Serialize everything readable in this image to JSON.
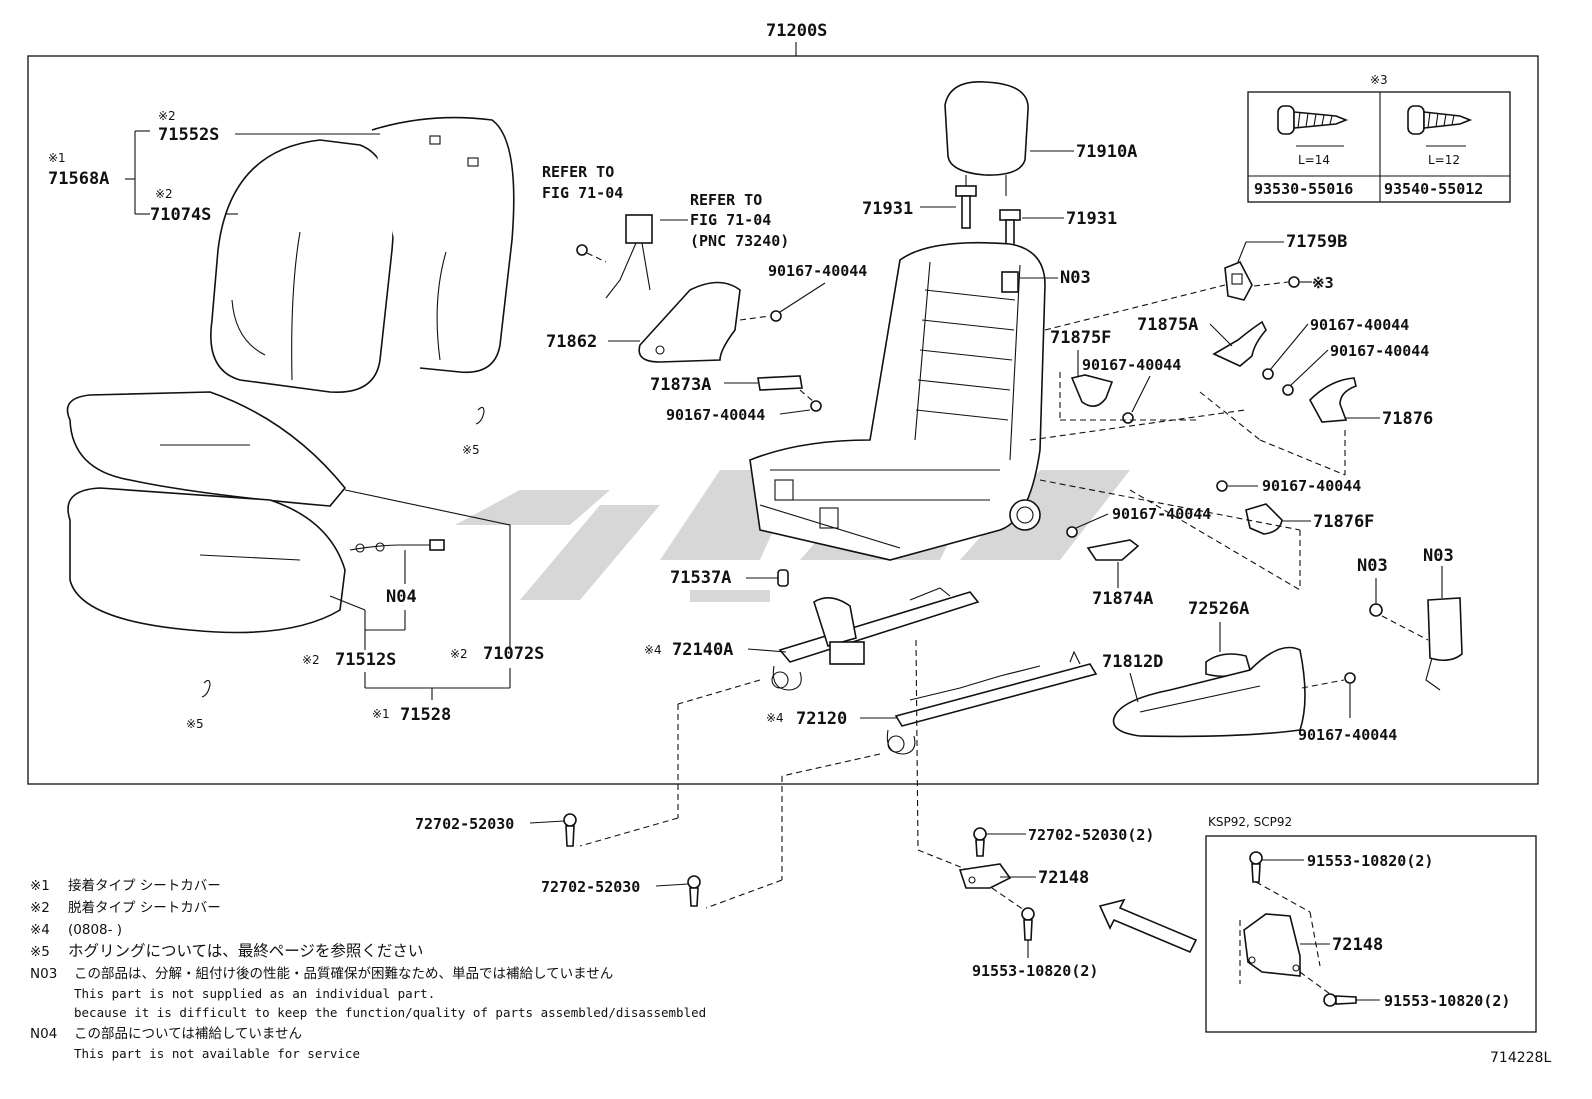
{
  "assembly": "71200S",
  "diagram_id": "714228L",
  "labels": {
    "l71568A": "71568A",
    "l71552S": "71552S",
    "l71074S": "71074S",
    "l71512S": "71512S",
    "l71072S": "71072S",
    "l71528": "71528",
    "lN04": "N04",
    "refer1a": "REFER TO",
    "refer1b": "FIG 71-04",
    "refer2a": "REFER TO",
    "refer2b": "FIG 71-04",
    "refer2c": "(PNC 73240)",
    "l71862": "71862",
    "l90167a": "90167-40044",
    "l71873A": "71873A",
    "l90167b": "90167-40044",
    "l71910A": "71910A",
    "l71931a": "71931",
    "l71931b": "71931",
    "lN03a": "N03",
    "l71759B": "71759B",
    "l71875F": "71875F",
    "l71875A": "71875A",
    "l90167c": "90167-40044",
    "l90167d": "90167-40044",
    "l90167e": "90167-40044",
    "l71876": "71876",
    "l90167f": "90167-40044",
    "l90167g": "90167-40044",
    "l71876F": "71876F",
    "l71874A": "71874A",
    "l71537A": "71537A",
    "l72140A": "72140A",
    "l72120": "72120",
    "l72526A": "72526A",
    "l71812D": "71812D",
    "lN03b": "N03",
    "lN03c": "N03",
    "l90167h": "90167-40044",
    "l72702a": "72702-52030",
    "l72702b": "72702-52030",
    "l72702c": "72702-52030(2)",
    "l72148a": "72148",
    "l91553a": "91553-10820(2)",
    "ksp": "KSP92, SCP92",
    "l91553b": "91553-10820(2)",
    "l72148b": "72148",
    "l91553c": "91553-10820(2)"
  },
  "marks": {
    "m1": "※1",
    "m2": "※2",
    "m3": "※3",
    "m4": "※4",
    "m5": "※5"
  },
  "screw_table": {
    "header": "※3",
    "items": [
      {
        "length": "L=14",
        "part": "93530-55016"
      },
      {
        "length": "L=12",
        "part": "93540-55012"
      }
    ]
  },
  "notes": [
    {
      "mark": "※1",
      "text": "接着タイプ シートカバー"
    },
    {
      "mark": "※2",
      "text": "脱着タイプ シートカバー"
    },
    {
      "mark": "※4",
      "text": "(0808-         )"
    },
    {
      "mark": "※5",
      "text": "ホグリングについては、最終ページを参照ください"
    },
    {
      "mark": "N03",
      "text": "この部品は、分解・組付け後の性能・品質確保が困難なため、単品では補給していません",
      "en1": "This part is not supplied as an individual part.",
      "en2": "because it is difficult to keep the function/quality of parts assembled/disassembled"
    },
    {
      "mark": "N04",
      "text": "この部品については補給していません",
      "en1": "This part is not available for service"
    }
  ]
}
